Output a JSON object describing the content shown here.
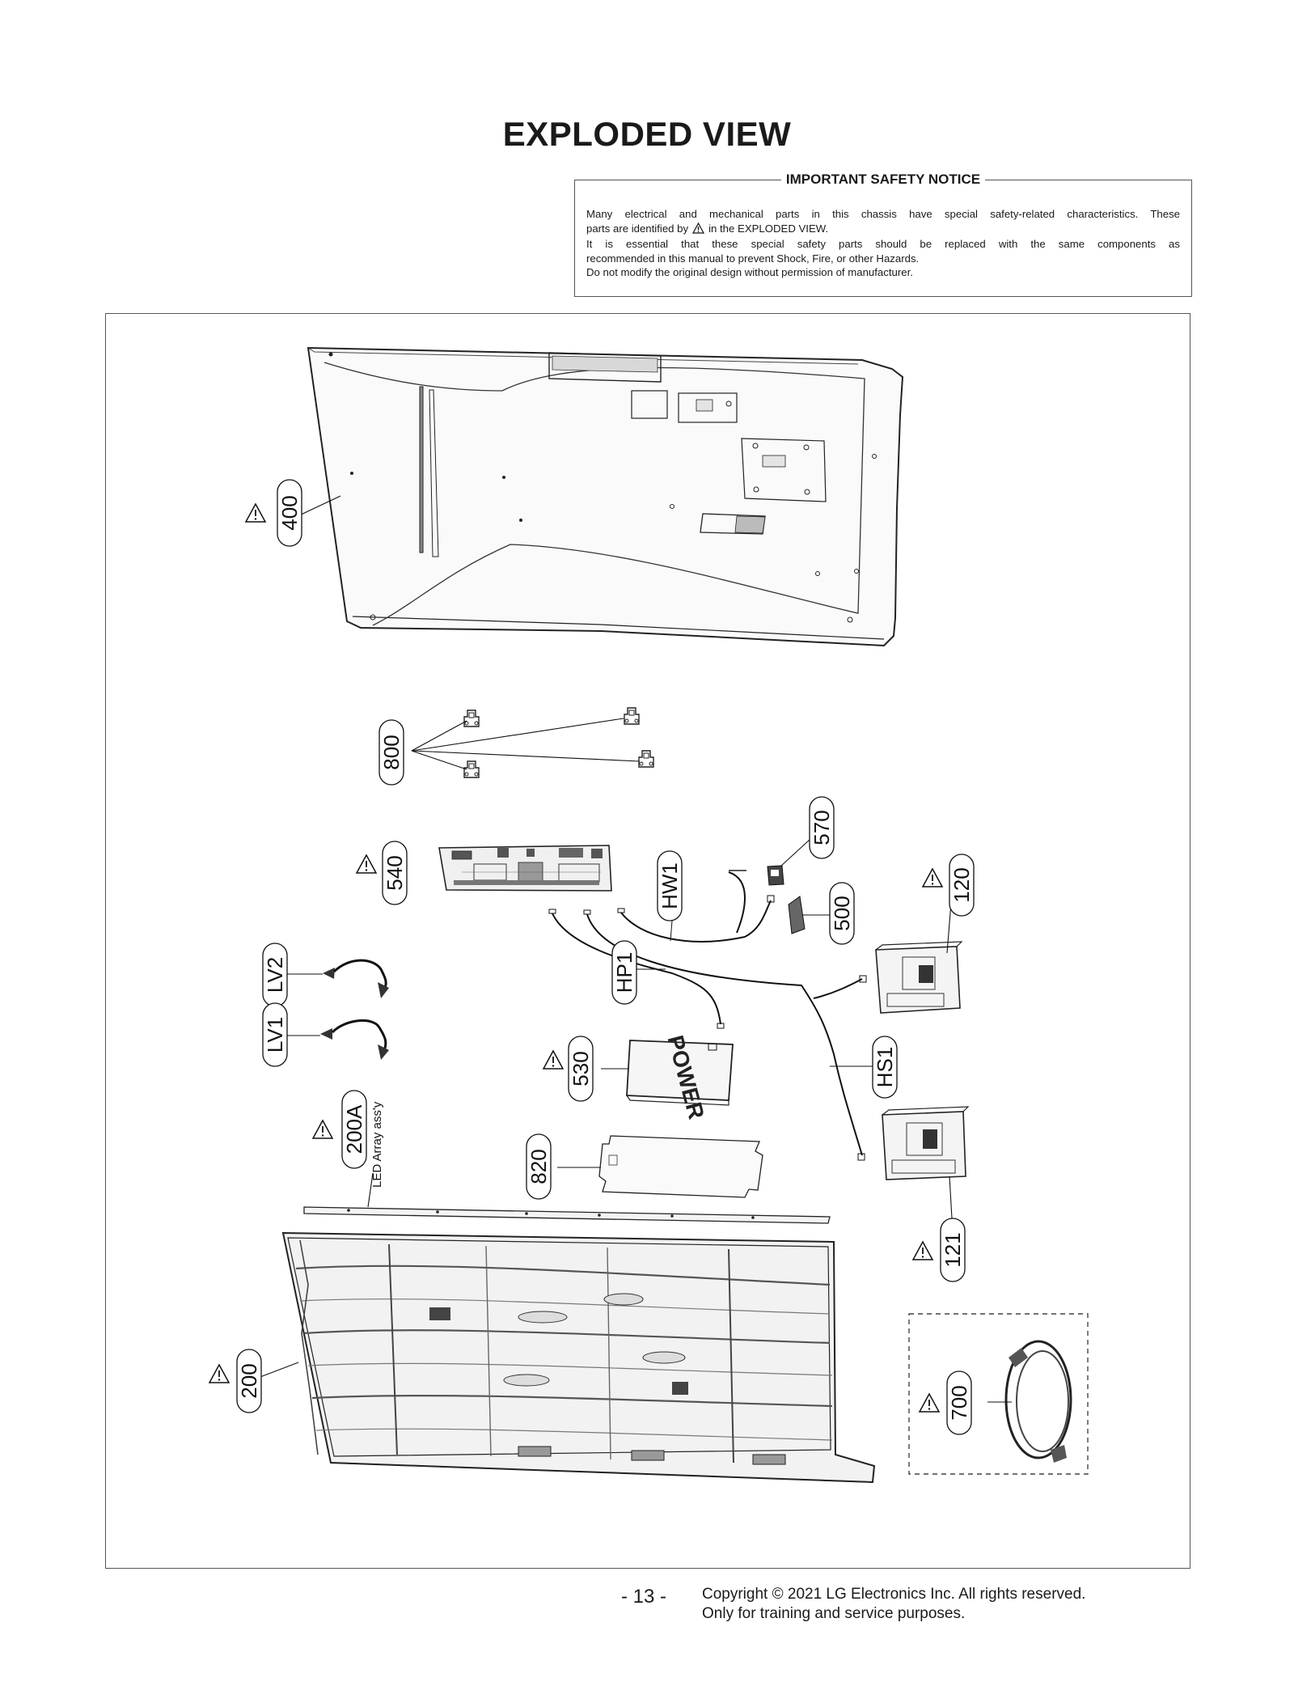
{
  "page_title": "EXPLODED VIEW",
  "notice": {
    "title": "IMPORTANT SAFETY NOTICE",
    "line1": "Many electrical and mechanical parts in this chassis have special safety-related characteristics. These",
    "line2a": "parts are identified by",
    "line2b": "in the EXPLODED VIEW.",
    "line3": "It is essential that these special safety parts should be replaced with the same components as",
    "line4": "recommended in this manual to prevent Shock, Fire, or other Hazards.",
    "line5": "Do not modify the original design without permission of manufacturer."
  },
  "parts": {
    "p400": "400",
    "p800": "800",
    "p540": "540",
    "p570": "570",
    "pHW1": "HW1",
    "p500": "500",
    "p120": "120",
    "pLV2": "LV2",
    "pLV1": "LV1",
    "pHP1": "HP1",
    "p530": "530",
    "pHS1": "HS1",
    "p200A": "200A",
    "led_array_label": "LED Array ass'y",
    "p820": "820",
    "p121": "121",
    "p200": "200",
    "p700": "700",
    "power_board_text": "POWER"
  },
  "footer": {
    "page_number": "- 13 -",
    "copyright": "Copyright © 2021 LG Electronics Inc. All rights reserved.",
    "notice": "Only for training and service purposes."
  }
}
